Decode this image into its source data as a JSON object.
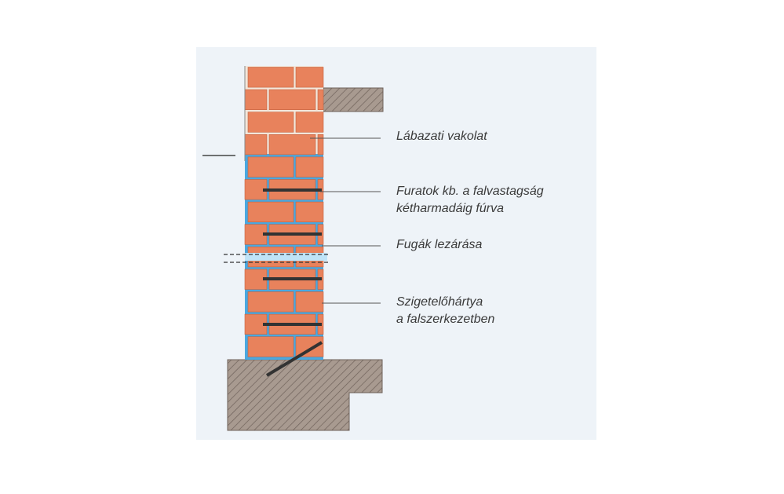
{
  "labels": {
    "plinth_plaster": "Lábazati vakolat",
    "drill_holes_line1": "Furatok kb. a falvastagság",
    "drill_holes_line2": "kétharmadáig fúrva",
    "joint_sealing": "Fugák lezárása",
    "membrane_line1": "Szigetelőhártya",
    "membrane_line2": "a falszerkezetben"
  },
  "colors": {
    "panel_background": "#eef3f8",
    "brick": "#e8825c",
    "mortar_upper": "#f3e6da",
    "mortar_lower": "#4aa8e0",
    "concrete": "#a89a90",
    "hatch": "#6e615a",
    "injection_rod": "#333333",
    "leader_line": "#555555"
  }
}
